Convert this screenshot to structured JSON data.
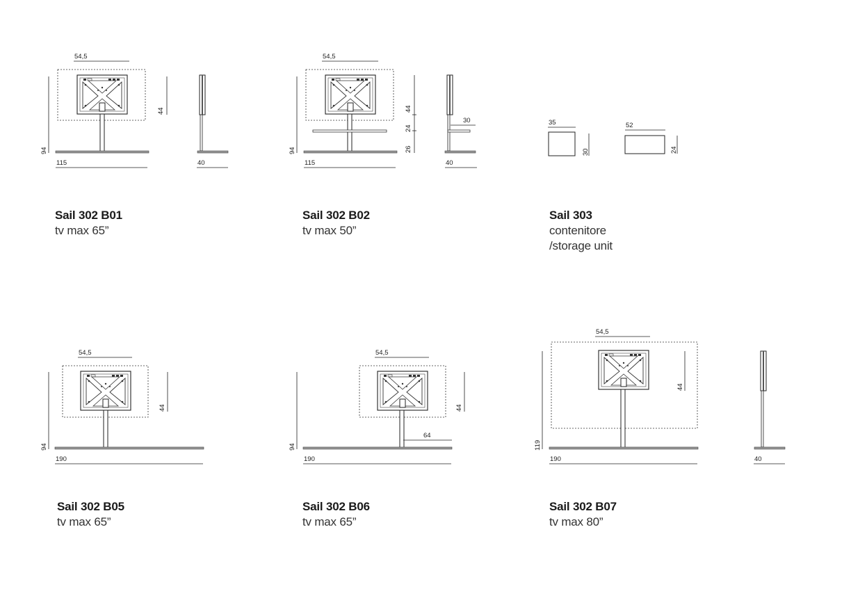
{
  "products": [
    {
      "id": "b01",
      "name": "Sail 302 B01",
      "subtitle": "tv max 65”",
      "dims": {
        "tv_width": "54,5",
        "height": "94",
        "plate": "44",
        "base": "115",
        "depth": "40"
      }
    },
    {
      "id": "b02",
      "name": "Sail 302 B02",
      "subtitle": "tv max 50”",
      "dims": {
        "tv_width": "54,5",
        "height": "94",
        "plate": "44",
        "shelf_gap": "24",
        "shelf_height": "26",
        "shelf_depth": "30",
        "base": "115",
        "depth": "40"
      }
    },
    {
      "id": "s303",
      "name": "Sail 303",
      "subtitle_lines": [
        "contenitore",
        "/storage unit"
      ],
      "dims": {
        "side_width": "35",
        "side_height": "30",
        "front_width": "52",
        "front_height": "24"
      }
    },
    {
      "id": "b05",
      "name": "Sail 302 B05",
      "subtitle": "tv max 65”",
      "dims": {
        "tv_width": "54,5",
        "height": "94",
        "plate": "44",
        "base": "190"
      }
    },
    {
      "id": "b06",
      "name": "Sail 302 B06",
      "subtitle": "tv max 65”",
      "dims": {
        "tv_width": "54,5",
        "height": "94",
        "plate": "44",
        "arm": "64",
        "base": "190"
      }
    },
    {
      "id": "b07",
      "name": "Sail 302 B07",
      "subtitle": "tv max 80”",
      "dims": {
        "tv_width": "54,5",
        "height": "119",
        "plate": "44",
        "base": "190",
        "depth": "40"
      }
    }
  ],
  "colors": {
    "line": "#2a2a2a",
    "dashed": "#333333",
    "base": "#8a8a8a"
  }
}
